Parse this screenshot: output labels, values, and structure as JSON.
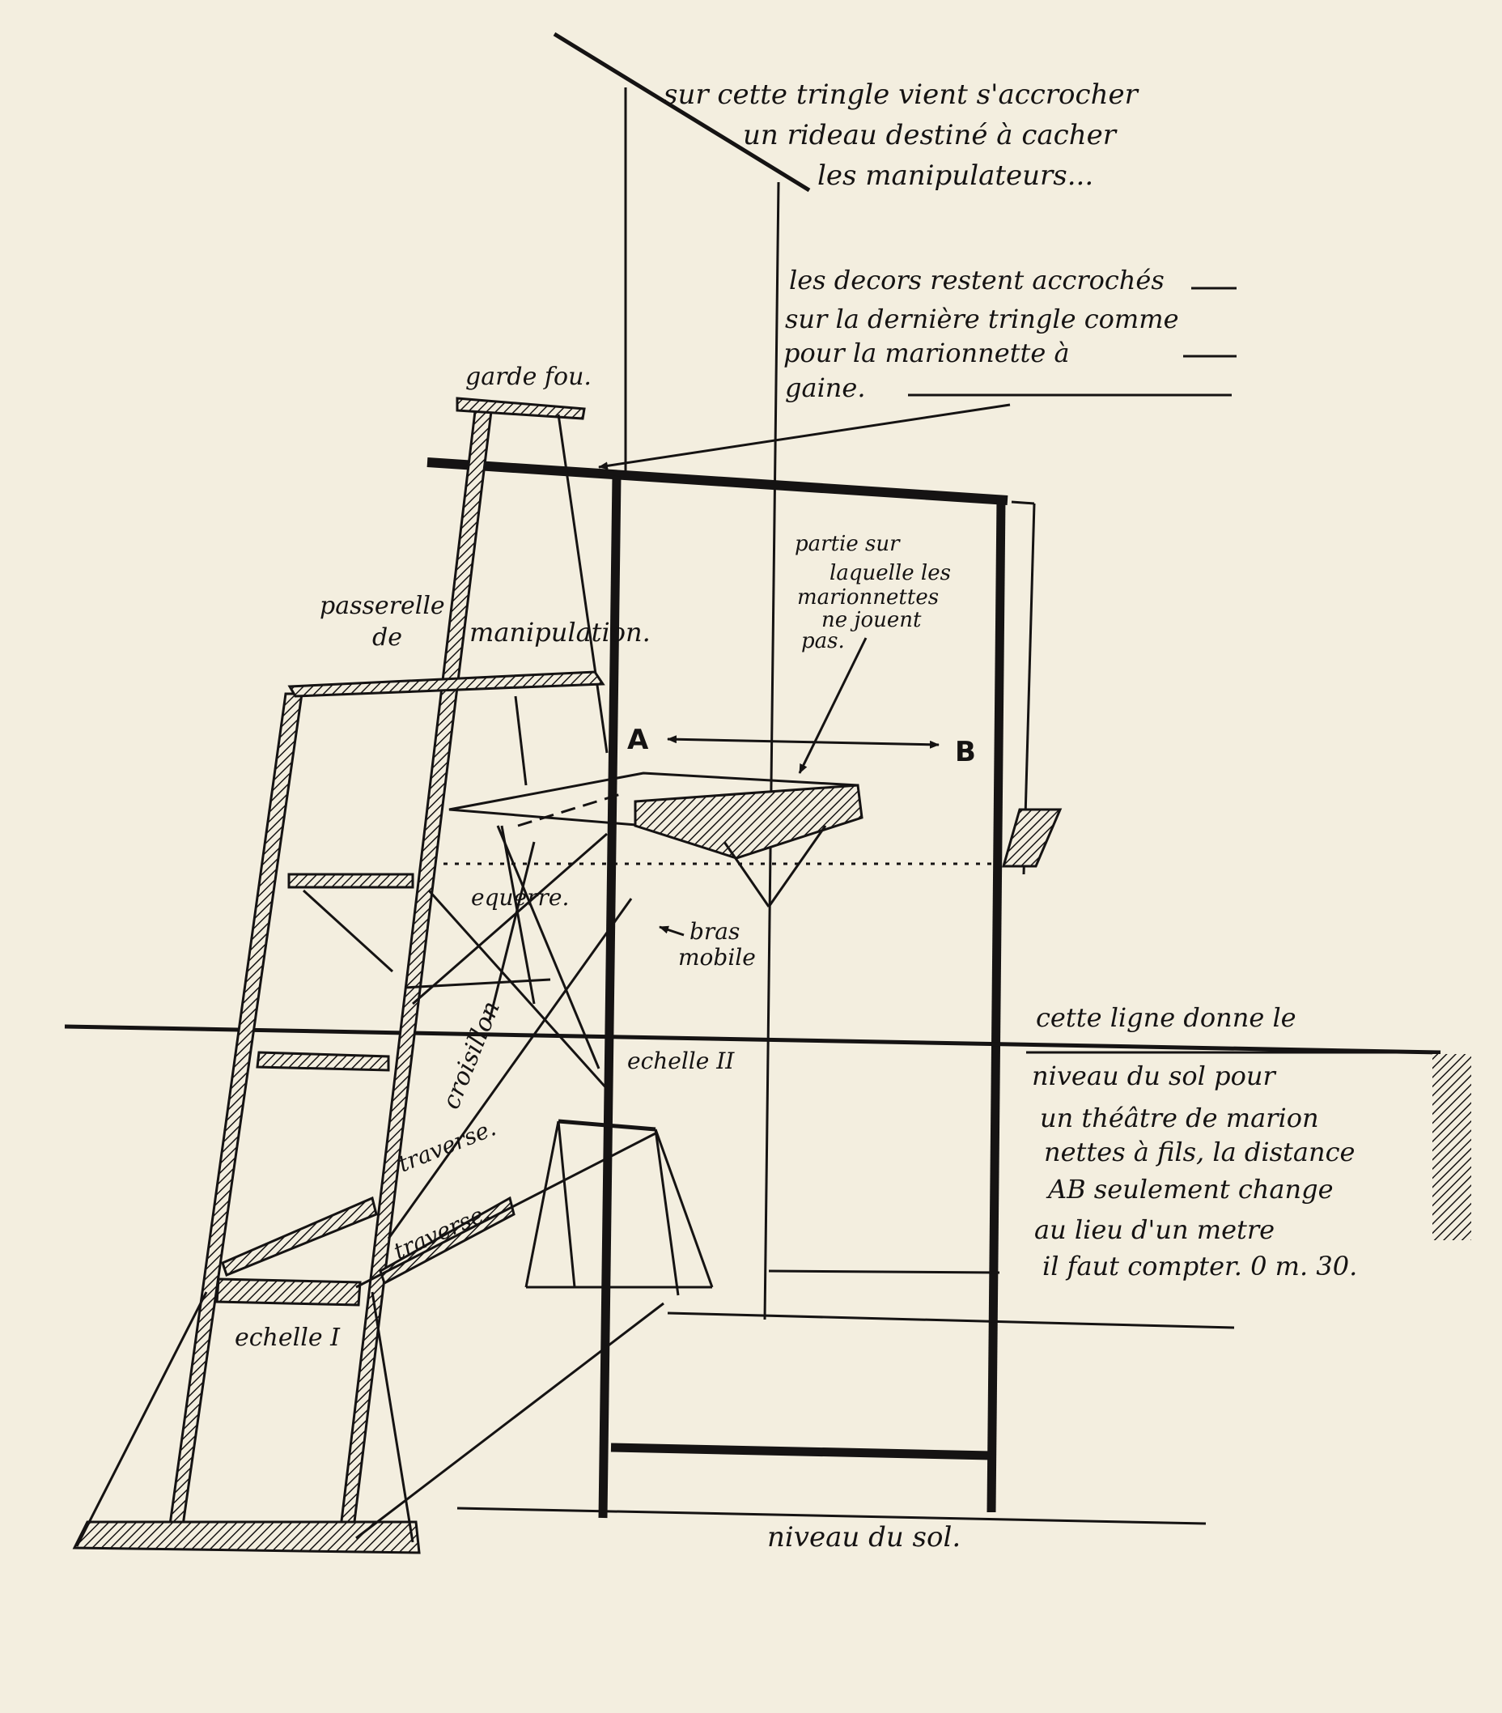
{
  "colors": {
    "paper": "#f3eedf",
    "ink": "#151313"
  },
  "notes": {
    "rod": [
      "sur cette tringle vient s'accrocher",
      "un rideau destiné à cacher",
      "les manipulateurs..."
    ],
    "decor": [
      "les decors restent accrochés",
      "sur la dernière tringle comme",
      "pour la marionnette à",
      "gaine."
    ],
    "ground": [
      "cette ligne donne le",
      "niveau du sol pour",
      "un théâtre de marion",
      "nettes à fils, la distance",
      "AB seulement change",
      "au lieu d'un metre",
      "il faut compter. 0 m. 30."
    ]
  },
  "labels": {
    "garde_fou": "garde fou.",
    "passerelle": [
      "passerelle",
      "de",
      "manipulation."
    ],
    "partie": [
      "partie sur",
      "laquelle les",
      "marionnettes",
      "ne jouent",
      "pas."
    ],
    "point_a": "A",
    "point_b": "B",
    "equerre": "equerre.",
    "bras": [
      "bras",
      "mobile"
    ],
    "croisillon": "croisillon",
    "echelle_2": "echelle II",
    "traverse_1": "traverse.",
    "traverse_2": "traverse.",
    "echelle_1": "echelle I",
    "niveau": "niveau du sol."
  }
}
